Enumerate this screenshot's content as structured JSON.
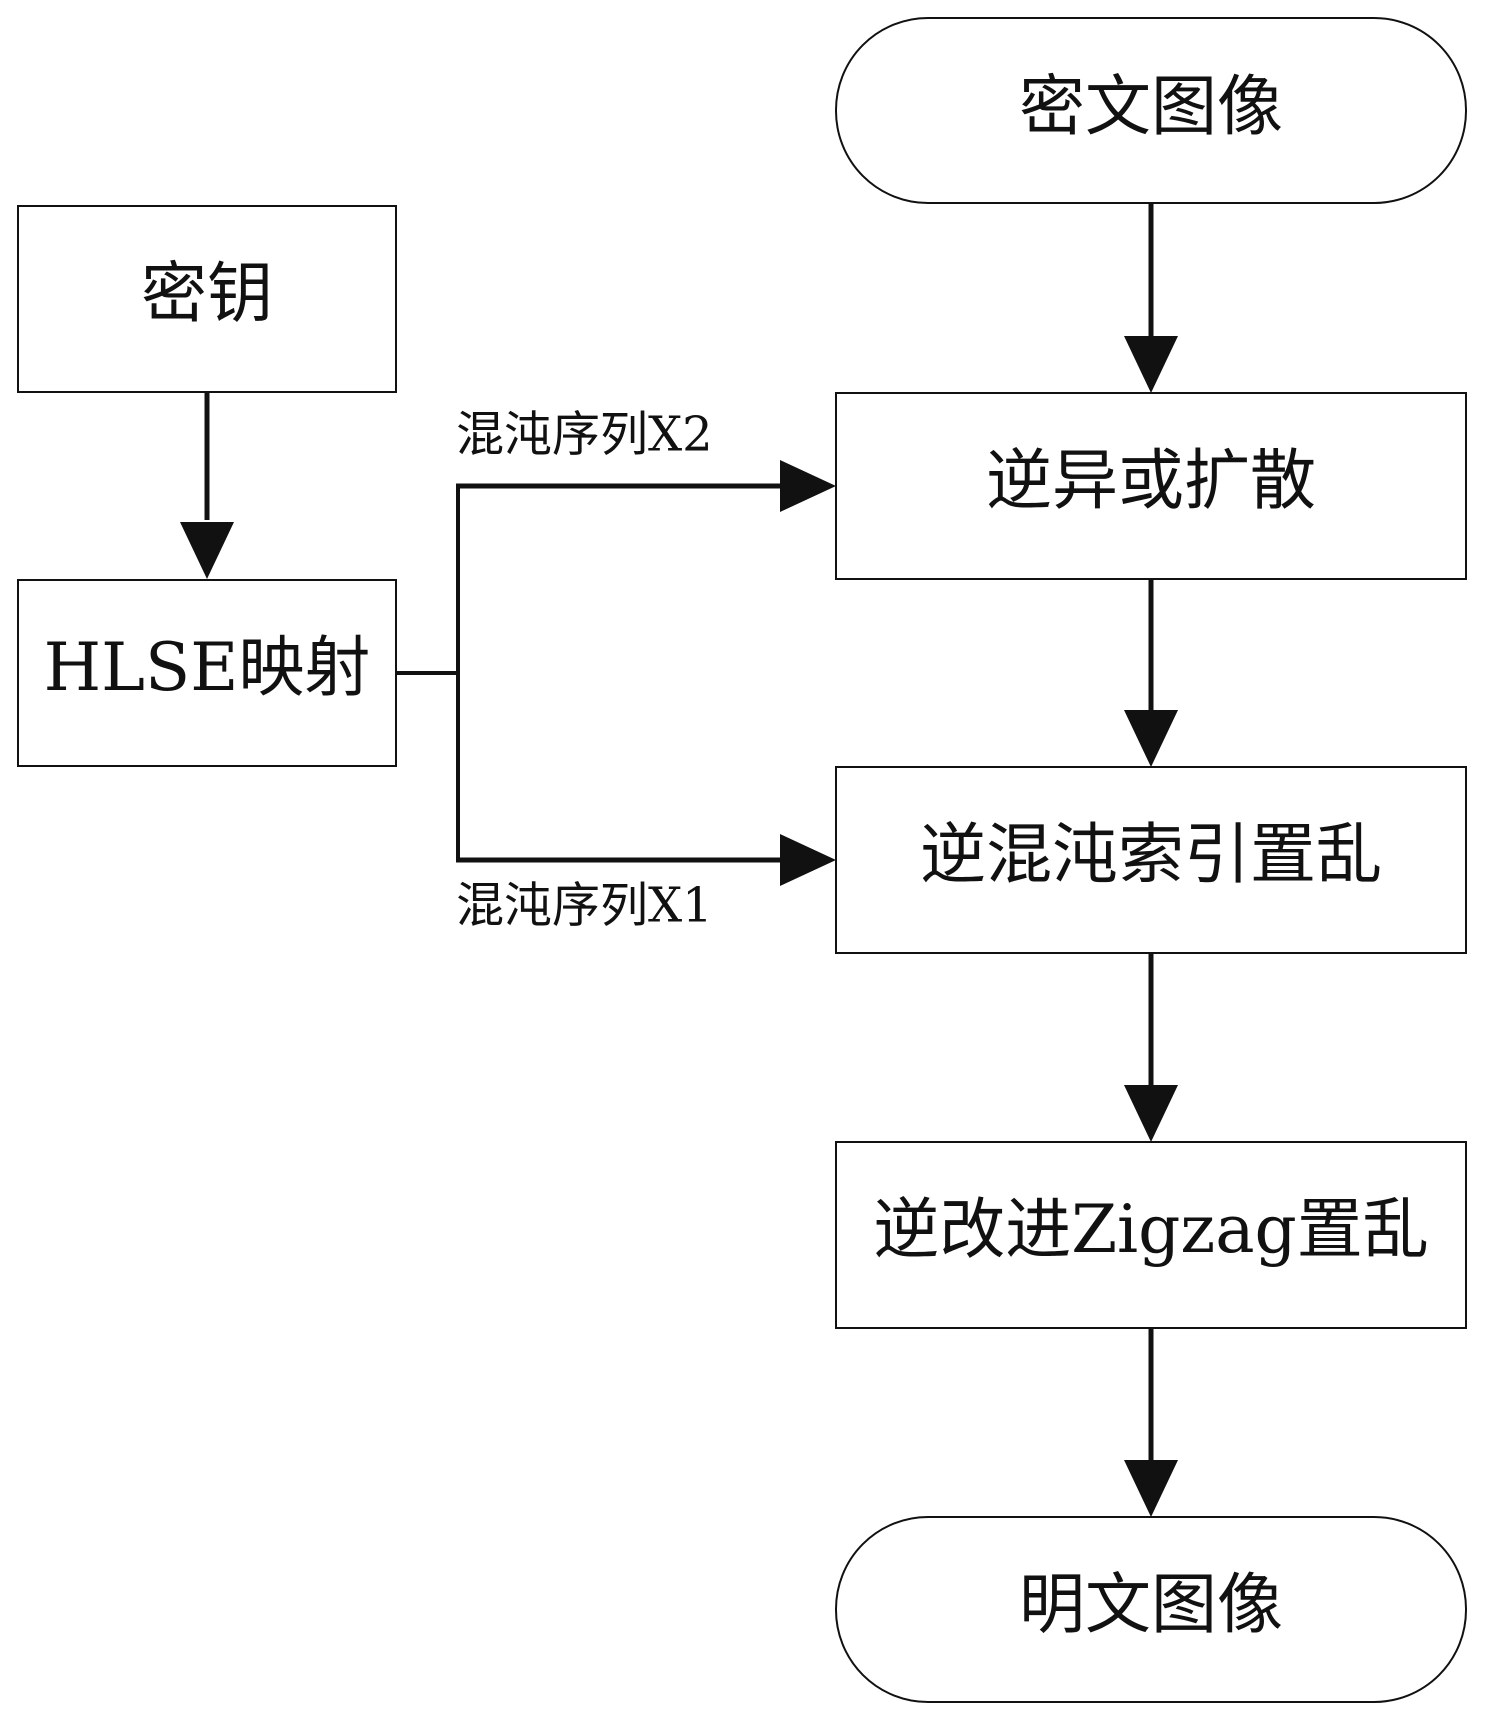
{
  "colors": {
    "stroke": "#111111",
    "background": "#ffffff"
  },
  "nodes": {
    "ciphertext_image": "密文图像",
    "key": "密钥",
    "hlse_map": "HLSE映射",
    "inverse_xor_diffusion": "逆异或扩散",
    "inverse_chaos_index_scramble": "逆混沌索引置乱",
    "inverse_improved_zigzag_scramble": "逆改进Zigzag置乱",
    "plaintext_image": "明文图像"
  },
  "edges": {
    "sequence_x2": "混沌序列X2",
    "sequence_x1": "混沌序列X1"
  }
}
